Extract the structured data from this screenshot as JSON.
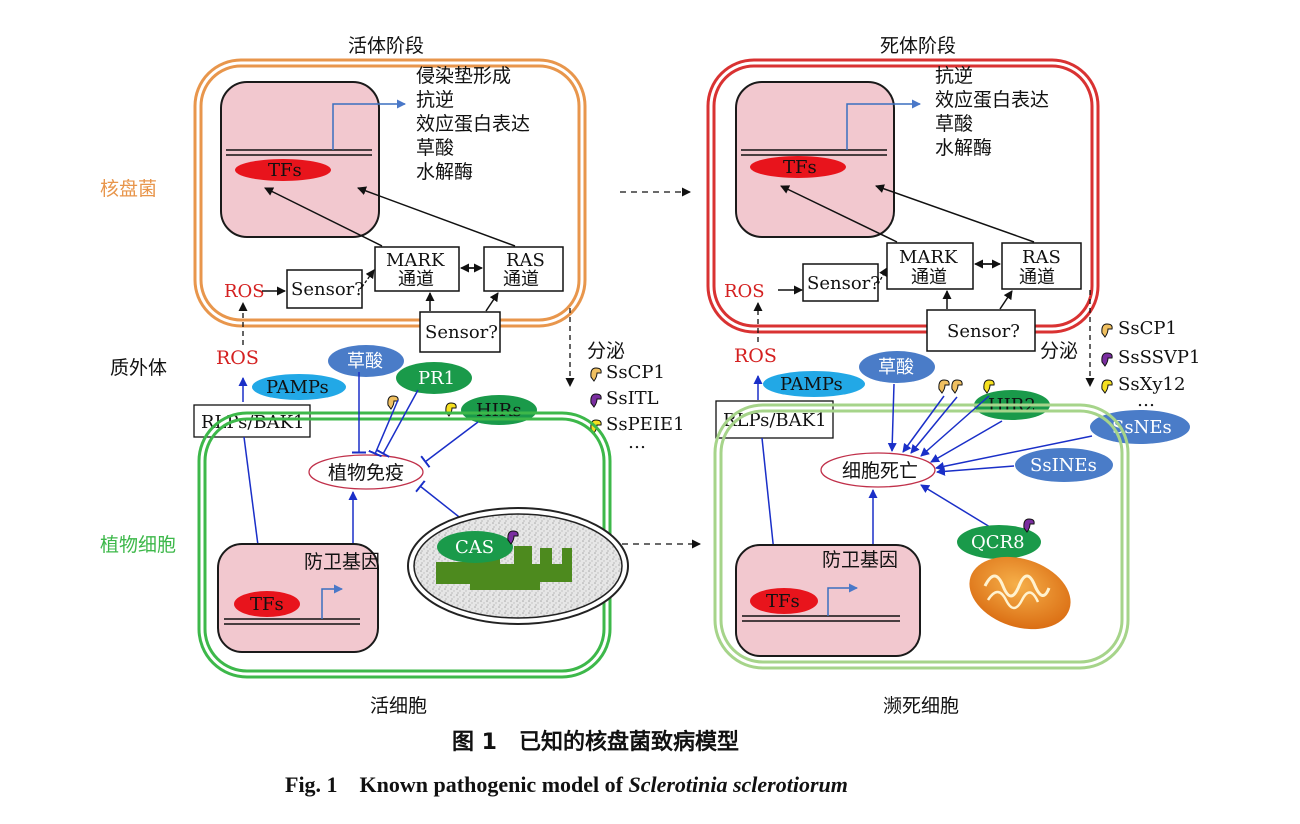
{
  "panels": {
    "living": {
      "title": "活体阶段",
      "cell_label": "活细胞"
    },
    "dead": {
      "title": "死体阶段",
      "cell_label": "濒死细胞"
    }
  },
  "side_labels": {
    "fungus": "核盘菌",
    "exosome": "质外体",
    "plant_cell": "植物细胞"
  },
  "living_fungus": {
    "outputs": [
      "侵染垫形成",
      "抗逆",
      "效应蛋白表达",
      "草酸",
      "水解酶"
    ],
    "tfs": "TFs",
    "ros": "ROS",
    "sensor_left": "Sensor?",
    "mark_1": "MARK",
    "mark_2": "通道",
    "ras_1": "RAS",
    "ras_2": "通道",
    "sensor_bottom": "Sensor?"
  },
  "dead_fungus": {
    "outputs": [
      "抗逆",
      "效应蛋白表达",
      "草酸",
      "水解酶"
    ],
    "tfs": "TFs",
    "ros": "ROS",
    "sensor_left": "Sensor?",
    "mark_1": "MARK",
    "mark_2": "通道",
    "ras_1": "RAS",
    "ras_2": "通道",
    "sensor_bottom": "Sensor?"
  },
  "secretion": {
    "label_left": "分泌",
    "list_left": [
      "SsCP1",
      "SsITL",
      "SsPEIE1",
      "…"
    ],
    "label_right": "分泌",
    "list_right": [
      "SsCP1",
      "SsSSVP1",
      "SsXy12",
      "…"
    ]
  },
  "living_apoplast": {
    "ros": "ROS",
    "oxalic": "草酸",
    "pamps": "PAMPs",
    "pr1": "PR1",
    "hirs": "HIRs",
    "rlps": "RLPs/BAK1"
  },
  "dead_apoplast": {
    "ros": "ROS",
    "oxalic": "草酸",
    "pamps": "PAMPs",
    "hir2": "HIR2",
    "ssnes": "SsNEs",
    "ssines": "SsINEs",
    "rlps": "RLPs/BAK1"
  },
  "living_plant": {
    "immunity": "植物免疫",
    "defense_genes": "防卫基因",
    "tfs": "TFs",
    "cas": "CAS"
  },
  "dead_plant": {
    "cell_death": "细胞死亡",
    "defense_genes": "防卫基因",
    "tfs": "TFs",
    "qcr8": "QCR8"
  },
  "caption": {
    "cn": "图 1　已知的核盘菌致病模型",
    "en_prefix": "Fig. 1　Known pathogenic model of ",
    "en_species": "Sclerotinia sclerotiorum"
  },
  "colors": {
    "fungus_border": "#e8964c",
    "fungus_dead_border": "#d93232",
    "plant_border": "#3db84a",
    "plant_dead_border": "#a6d48a",
    "nucleus_fill": "#f2c8cf",
    "tfs_red": "#e8141c",
    "ros_red": "#d42020",
    "oxalic_blue": "#4a7cc8",
    "pamps_blue": "#22a8e6",
    "pr1_green": "#1a9a4a",
    "arrow_blue": "#1a2fc8",
    "chloroplast_green": "#4d8a1e",
    "mito_orange": "#e8852a"
  }
}
